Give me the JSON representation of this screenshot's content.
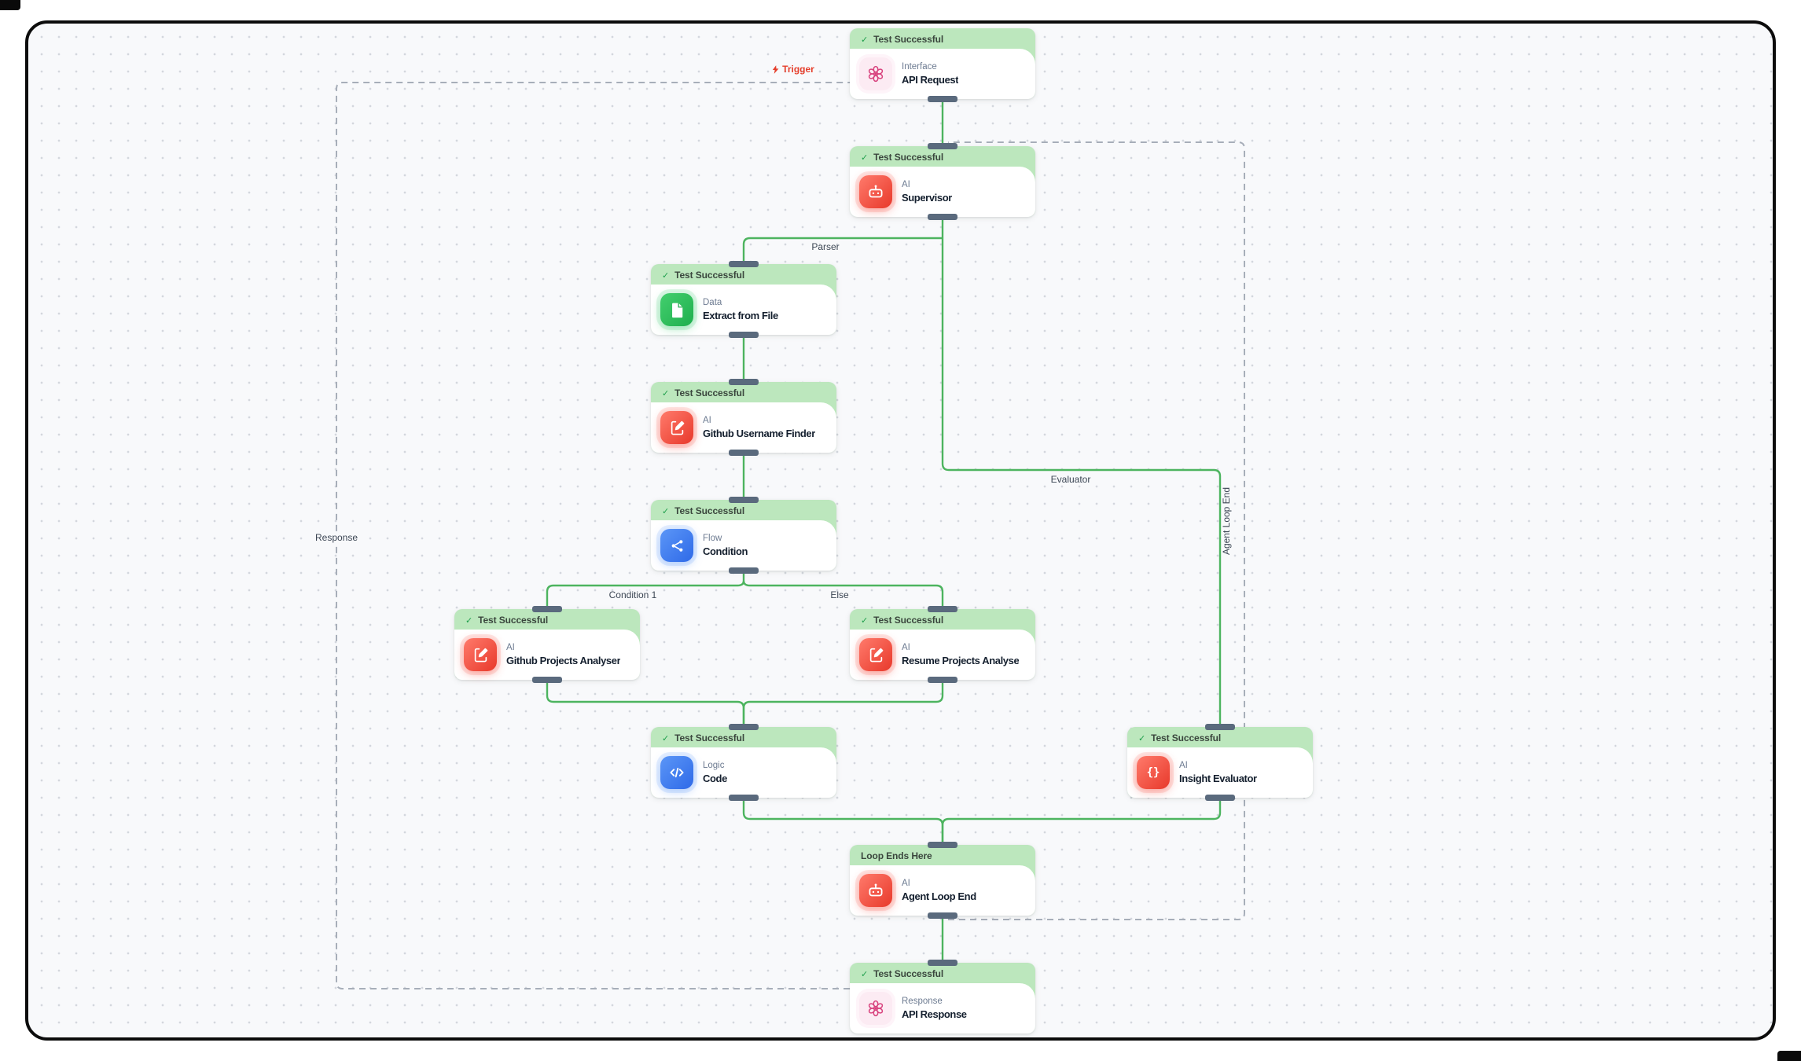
{
  "edge_labels": {
    "trigger": "Trigger",
    "parser": "Parser",
    "evaluator": "Evaluator",
    "condition_branch": "Condition 1",
    "else_branch": "Else",
    "response": "Response",
    "agent_loop": "Agent Loop End"
  },
  "nodes": [
    {
      "id": "api-request",
      "status": "Test Successful",
      "check": "✓",
      "category": "Interface",
      "title": "API Request",
      "icon": "flower-icon"
    },
    {
      "id": "supervisor",
      "status": "Test Successful",
      "check": "✓",
      "category": "AI",
      "title": "Supervisor",
      "icon": "robot-icon"
    },
    {
      "id": "extract-from-file",
      "status": "Test Successful",
      "check": "✓",
      "category": "Data",
      "title": "Extract from File",
      "icon": "file-icon"
    },
    {
      "id": "github-username-finder",
      "status": "Test Successful",
      "check": "✓",
      "category": "AI",
      "title": "Github Username Finder",
      "icon": "edit-document-icon"
    },
    {
      "id": "condition",
      "status": "Test Successful",
      "check": "✓",
      "category": "Flow",
      "title": "Condition",
      "icon": "share-icon"
    },
    {
      "id": "github-projects-analyser",
      "status": "Test Successful",
      "check": "✓",
      "category": "AI",
      "title": "Github Projects Analyser",
      "icon": "edit-document-icon"
    },
    {
      "id": "resume-projects-analyse",
      "status": "Test Successful",
      "check": "✓",
      "category": "AI",
      "title": "Resume Projects Analyse",
      "icon": "edit-document-icon"
    },
    {
      "id": "code",
      "status": "Test Successful",
      "check": "✓",
      "category": "Logic",
      "title": "Code",
      "icon": "code-icon"
    },
    {
      "id": "insight-evaluator",
      "status": "Test Successful",
      "check": "✓",
      "category": "AI",
      "title": "Insight Evaluator",
      "icon": "braces-icon"
    },
    {
      "id": "agent-loop-end",
      "status": "Loop Ends Here",
      "check": "",
      "category": "AI",
      "title": "Agent Loop End",
      "icon": "robot-icon"
    },
    {
      "id": "api-response",
      "status": "Test Successful",
      "check": "✓",
      "category": "Response",
      "title": "API Response",
      "icon": "flower-icon"
    }
  ],
  "colors": {
    "header_green": "#bce7bd",
    "edge_green": "#4db45f",
    "edge_dashed_gray": "#a7aeb9",
    "trigger_red": "#e5402d",
    "ai_red": "#e8392b",
    "data_green": "#1faf4e",
    "flow_blue": "#2f6ae8",
    "interface_pink": "#d8437e"
  }
}
